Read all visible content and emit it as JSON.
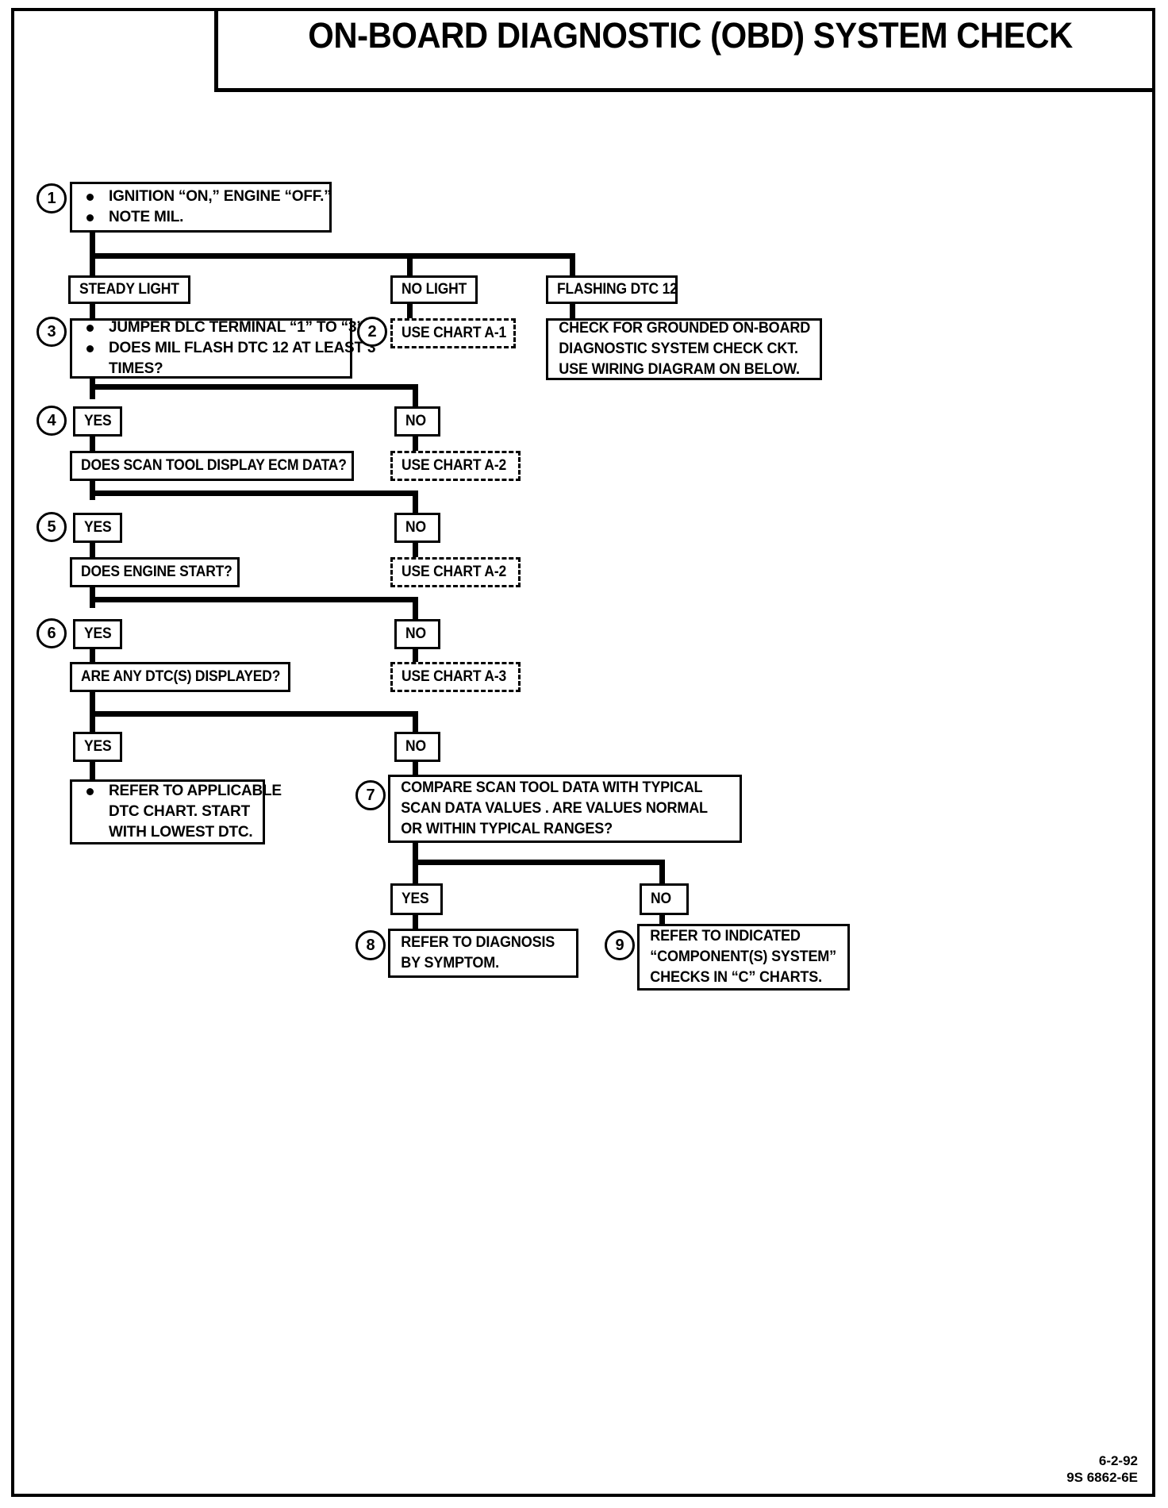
{
  "document": {
    "title": "ON-BOARD DIAGNOSTIC (OBD) SYSTEM CHECK",
    "footer": {
      "date": "6-2-92",
      "code": "9S 6862-6E"
    },
    "colors": {
      "ink": "#000000",
      "paper": "#ffffff"
    }
  },
  "chart": {
    "step_numbers": {
      "s1": "1",
      "s2": "2",
      "s3": "3",
      "s4": "4",
      "s5": "5",
      "s6": "6",
      "s7": "7",
      "s8": "8",
      "s9": "9"
    },
    "box1": {
      "bullets": [
        "IGNITION “ON,” ENGINE  “OFF.”",
        "NOTE MIL."
      ]
    },
    "branch_steady": "STEADY LIGHT",
    "branch_nolight": "NO LIGHT",
    "branch_flashing": "FLASHING DTC 12",
    "box3": {
      "bullets": [
        "JUMPER  DLC TERMINAL “1” TO “3”",
        "DOES MIL FLASH DTC 12 AT LEAST 3",
        "TIMES?"
      ]
    },
    "chart_a1": "USE CHART A-1",
    "grounded_check": {
      "lines": [
        "CHECK FOR GROUNDED ON-BOARD",
        "DIAGNOSTIC SYSTEM CHECK CKT.",
        "USE WIRING DIAGRAM ON BELOW."
      ]
    },
    "yes4": "YES",
    "no4": "NO",
    "q_ecm_data": "DOES SCAN TOOL DISPLAY ECM DATA?",
    "chart_a2_first": "USE CHART A-2",
    "yes5": "YES",
    "no5": "NO",
    "q_engine_start": "DOES ENGINE START?",
    "chart_a2_second": "USE CHART A-2",
    "yes6": "YES",
    "no6": "NO",
    "q_dtcs": "ARE ANY DTC(S) DISPLAYED?",
    "chart_a3": "USE CHART A-3",
    "yes7": "YES",
    "no7": "NO",
    "refer_dtc_chart": {
      "bullets": [
        "REFER TO APPLICABLE",
        "DTC CHART.  START",
        "WITH LOWEST DTC."
      ]
    },
    "box7": {
      "lines": [
        "COMPARE SCAN TOOL DATA WITH TYPICAL",
        "SCAN  DATA VALUES .  ARE VALUES  NORMAL",
        "OR WITHIN TYPICAL RANGES?"
      ]
    },
    "yes8": "YES",
    "no9": "NO",
    "box8": {
      "lines": [
        "REFER TO  DIAGNOSIS",
        "BY  SYMPTOM."
      ]
    },
    "box9": {
      "lines": [
        "REFER TO INDICATED",
        "“COMPONENT(S) SYSTEM”",
        "CHECKS IN “C”  CHARTS."
      ]
    }
  }
}
